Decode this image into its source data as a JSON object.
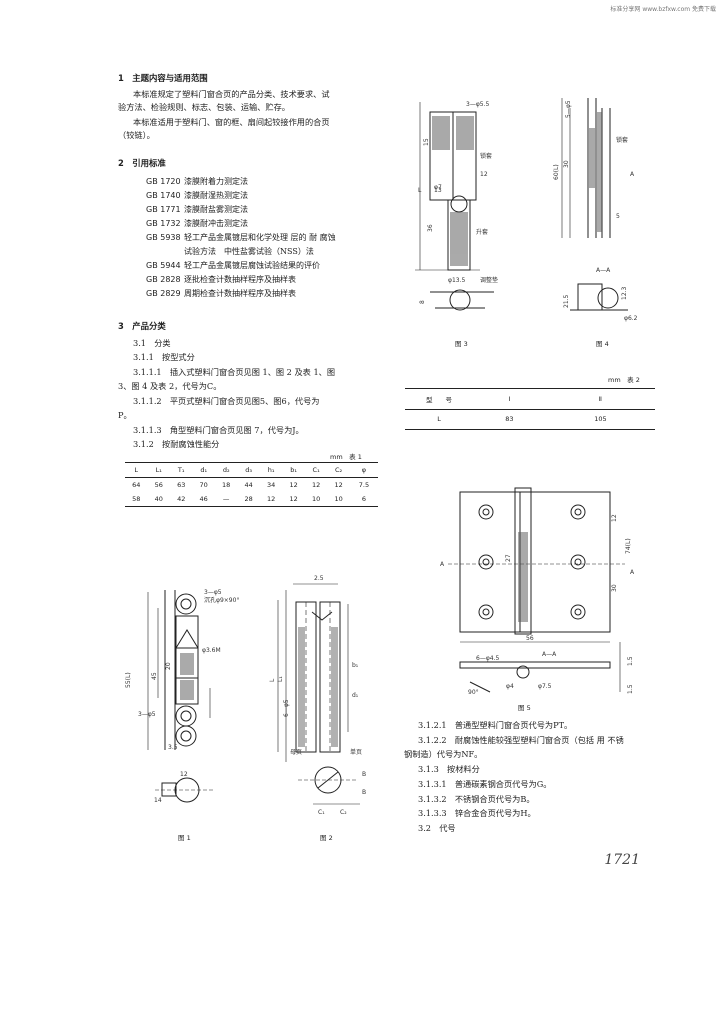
{
  "watermark": "标准分享网 www.bzfxw.com 免费下载",
  "sec1": {
    "title": "1　主题内容与适用范围",
    "p1a": "本标准规定了塑料门窗合页的产品分类、技术要求、试",
    "p1b": "验方法、检验规则、标志、包装、运输、贮存。",
    "p2a": "本标准适用于塑料门、窗的框、扇间起铰接作用的合页",
    "p2b": "（铰链）。"
  },
  "sec2": {
    "title": "2　引用标准",
    "refs": [
      {
        "code": "GB 1720",
        "name": "漆膜附着力测定法"
      },
      {
        "code": "GB 1740",
        "name": "漆膜耐湿热测定法"
      },
      {
        "code": "GB 1771",
        "name": "漆膜耐盐雾测定法"
      },
      {
        "code": "GB 1732",
        "name": "漆膜耐冲击测定法"
      },
      {
        "code": "GB 5938",
        "name": "轻工产品金属镀层和化学处理 层的 耐 腐蚀"
      },
      {
        "code": "",
        "name": "试验方法　中性盐雾试验（NSS）法"
      },
      {
        "code": "GB 5944",
        "name": "轻工产品金属镀层腐蚀试验结果的评价"
      },
      {
        "code": "GB 2828",
        "name": "逐批检查计数抽样程序及抽样表"
      },
      {
        "code": "GB 2829",
        "name": "周期检查计数抽样程序及抽样表"
      }
    ]
  },
  "sec3": {
    "title": "3　产品分类",
    "s31": "3.1　分类",
    "s311": "3.1.1　按型式分",
    "s3111a": "3.1.1.1　插入式塑料门窗合页见图 1、图 2 及表 1、图",
    "s3111b": "3、图 4 及表 2，代号为C。",
    "s3112a": "3.1.1.2　平页式塑料门窗合页见图5、图6，代号为",
    "s3112b": "P。",
    "s3113": "3.1.1.3　角型塑料门窗合页见图 7，代号为J。",
    "s312": "3.1.2　按耐腐蚀性能分"
  },
  "table1": {
    "unit": "mm　表 1",
    "headers": [
      "L",
      "L₁",
      "T₁",
      "d₁",
      "d₂",
      "d₃",
      "h₁",
      "b₁",
      "C₁",
      "C₂",
      "φ"
    ],
    "rows": [
      [
        "64",
        "56",
        "63",
        "70",
        "18",
        "44",
        "34",
        "12",
        "12",
        "12",
        "7.5"
      ],
      [
        "58",
        "40",
        "42",
        "46",
        "—",
        "28",
        "12",
        "12",
        "10",
        "10",
        "6"
      ]
    ]
  },
  "table2": {
    "unit": "mm　表 2",
    "headers": [
      "型　　号",
      "Ⅰ",
      "Ⅱ"
    ],
    "rows": [
      [
        "L",
        "83",
        "105"
      ]
    ]
  },
  "captions": {
    "fig1": "图 1",
    "fig2": "图 2",
    "fig3": "图 3",
    "fig4": "图 4",
    "fig5": "图 5"
  },
  "right": {
    "s3121": "3.1.2.1　普通型塑料门窗合页代号为PT。",
    "s3122a": "3.1.2.2　耐腐蚀性能较强型塑料门窗合页（包括 用 不锈",
    "s3122b": "钢制造）代号为NF。",
    "s313": "3.1.3　按材料分",
    "s3131": "3.1.3.1　普通碳素钢合页代号为G。",
    "s3132": "3.1.3.2　不锈钢合页代号为B。",
    "s3133": "3.1.3.3　锌合金合页代号为H。",
    "s32": "3.2　代号"
  },
  "labels": {
    "fig1": {
      "a": "3—φ5",
      "b": "沉孔φ9×90°",
      "c": "φ3.6M",
      "d": "55(L)",
      "e": "45",
      "f": "20",
      "g": "3—φ5",
      "h": "3.5",
      "i": "12",
      "j": "14"
    },
    "fig2": {
      "a": "2.5",
      "b": "L₁",
      "c": "L",
      "d": "b₁",
      "e": "d₁",
      "f": "6—φ5",
      "g": "母页",
      "h": "单页",
      "i": "C₁",
      "j": "C₂",
      "k": "B",
      "l": "B"
    },
    "fig3": {
      "a": "3—φ5.5",
      "b": "15",
      "c": "锁套",
      "d": "L",
      "e": "φ7",
      "f": "12",
      "g": "36",
      "h": "13",
      "i": "升套",
      "j": "φ13.5",
      "k": "调整垫",
      "l": "8"
    },
    "fig4": {
      "a": "5—φ5",
      "b": "锁套",
      "c": "60(L)",
      "d": "30",
      "e": "5",
      "f": "A—A",
      "g": "21.5",
      "h": "12.3",
      "i": "φ6.2",
      "j": "A"
    },
    "fig5": {
      "a": "27",
      "b": "74(L)",
      "c": "30",
      "d": "12",
      "e": "56",
      "f": "A",
      "g": "A",
      "h": "A—A",
      "i": "6—φ4.5",
      "j": "1.5",
      "k": "90°",
      "l": "φ4",
      "m": "φ7.5",
      "n": "1.5"
    }
  },
  "page_number": "1721"
}
